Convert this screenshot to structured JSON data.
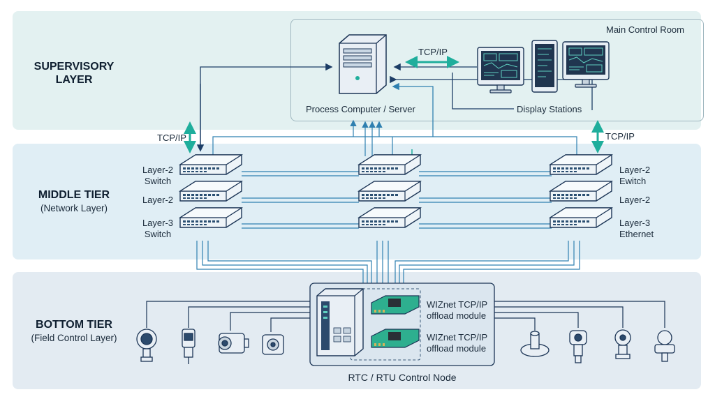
{
  "tiers": {
    "supervisory": {
      "title_line1": "SUPERVISORY",
      "title_line2": "LAYER"
    },
    "middle": {
      "title": "MIDDLE TIER",
      "subtitle": "(Network Layer)"
    },
    "bottom": {
      "title": "BOTTOM TIER",
      "subtitle": "(Field Control Layer)"
    }
  },
  "control_room": {
    "title": "Main Control Room",
    "server_label": "Process Computer / Server",
    "display_label": "Display Stations",
    "link_label": "TCP/IP"
  },
  "links": {
    "left_label": "TCP/IP",
    "right_label": "TCP/IP"
  },
  "switches": {
    "left": {
      "top_l1": "Layer-2",
      "top_l2": "Switch",
      "mid": "Layer-2",
      "bot_l1": "Layer-3",
      "bot_l2": "Switch"
    },
    "right": {
      "top_l1": "Layer-2",
      "top_l2": "Ewitch",
      "mid": "Layer-2",
      "bot_l1": "Layer-3",
      "bot_l2": "Ethernet"
    }
  },
  "control_node": {
    "label": "RTC / RTU Control Node",
    "module1_l1": "WIZnet TCP/IP",
    "module1_l2": "offload module",
    "module2_l1": "WIZnet TCP/IP",
    "module2_l2": "offload module"
  },
  "icons": {
    "server": "server-tower-icon",
    "monitors": "monitor-icon",
    "switches": "network-switch-icon",
    "field_devices": [
      "pressure-gauge-icon",
      "sensor-icon",
      "motor-icon",
      "actuator-icon",
      "flow-meter-icon",
      "transmitter-icon",
      "pressure-transmitter-icon",
      "valve-icon"
    ]
  },
  "colors": {
    "accent": "#1fae9c",
    "line": "#2f80b0",
    "band_top": "#e3f1f1",
    "band_mid": "#e0eef5",
    "band_bot": "#e3ebf2"
  }
}
